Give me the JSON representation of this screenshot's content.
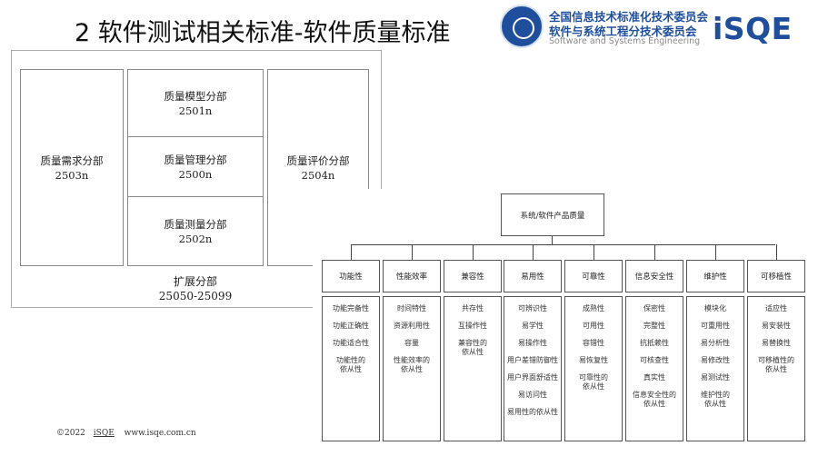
{
  "title": "2 软件测试相关标准-软件质量标准",
  "header": {
    "org_line1": "全国信息技术标准化技术委员会",
    "org_line2": "软件与系统工程分技术委员会",
    "org_en": "Software and Systems Engineering",
    "brand": "iSQE"
  },
  "standards_diagram": {
    "requirements": {
      "name": "质量需求分部",
      "code": "2503n"
    },
    "model": {
      "name": "质量模型分部",
      "code": "2501n"
    },
    "management": {
      "name": "质量管理分部",
      "code": "2500n"
    },
    "measurement": {
      "name": "质量测量分部",
      "code": "2502n"
    },
    "evaluation": {
      "name": "质量评价分部",
      "code": "2504n"
    },
    "extension": {
      "name": "扩展分部",
      "code": "25050-25099"
    }
  },
  "quality_tree": {
    "root": "系统/软件产品质量",
    "characteristics": [
      {
        "name": "功能性",
        "subs": [
          "功能完备性",
          "功能正确性",
          "功能适合性",
          "功能性的\n依从性"
        ]
      },
      {
        "name": "性能效率",
        "subs": [
          "时间特性",
          "资源利用性",
          "容量",
          "性能效率的\n依从性"
        ]
      },
      {
        "name": "兼容性",
        "subs": [
          "共存性",
          "互操作性",
          "兼容性的\n依从性"
        ]
      },
      {
        "name": "易用性",
        "subs": [
          "可辨识性",
          "易学性",
          "易操作性",
          "用户差错防御性",
          "用户界面舒适性",
          "易访问性",
          "易用性的依从性"
        ]
      },
      {
        "name": "可靠性",
        "subs": [
          "成熟性",
          "可用性",
          "容错性",
          "易恢复性",
          "可靠性的\n依从性"
        ]
      },
      {
        "name": "信息安全性",
        "subs": [
          "保密性",
          "完整性",
          "抗抵赖性",
          "可核查性",
          "真实性",
          "信息安全性的\n依从性"
        ]
      },
      {
        "name": "维护性",
        "subs": [
          "模块化",
          "可重用性",
          "易分析性",
          "易修改性",
          "易测试性",
          "维护性的\n依从性"
        ]
      },
      {
        "name": "可移植性",
        "subs": [
          "适应性",
          "易安装性",
          "易替换性",
          "可移植性的\n依从性"
        ]
      }
    ]
  },
  "footer": {
    "copyright": "©2022",
    "brand": "iSQE",
    "url": "www.isqe.com.cn"
  }
}
